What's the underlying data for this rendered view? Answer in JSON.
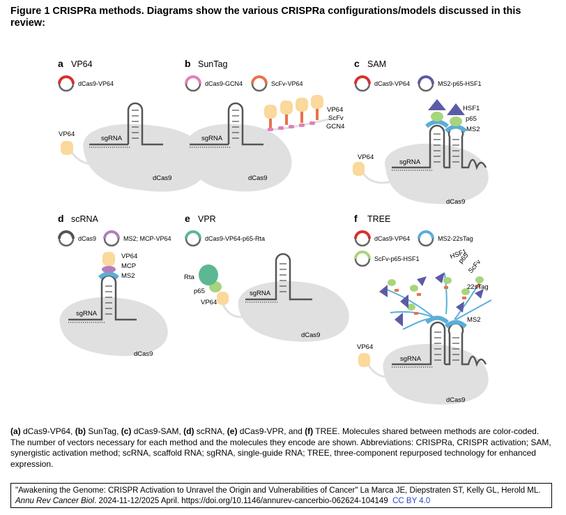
{
  "figure": {
    "title": "Figure 1  CRISPRa methods. Diagrams show the various CRISPRa configurations/models discussed in this review:"
  },
  "colors": {
    "protein": "#e0e0e0",
    "rna": "#555555",
    "vp64": "#fbd89b",
    "hsf1": "#5b5ba6",
    "p65": "#a8d47c",
    "ms2": "#5aaed8",
    "gcn4": "#e47fb8",
    "scfv": "#e8724a",
    "rta": "#5bb893",
    "red": "#d9302b",
    "mcp": "#b07fbd"
  },
  "panels": {
    "a": {
      "letter": "a",
      "title": "VP64",
      "legend": [
        "dCas9-VP64"
      ],
      "labels": {
        "vp64": "VP64",
        "sgrna": "sgRNA",
        "dcas9": "dCas9"
      }
    },
    "b": {
      "letter": "b",
      "title": "SunTag",
      "legend": [
        "dCas9-GCN4",
        "ScFv-VP64"
      ],
      "labels": {
        "vp64": "VP64",
        "scfv": "ScFv",
        "gcn4": "GCN4",
        "sgrna": "sgRNA",
        "dcas9": "dCas9"
      }
    },
    "c": {
      "letter": "c",
      "title": "SAM",
      "legend": [
        "dCas9-VP64",
        "MS2-p65-HSF1"
      ],
      "labels": {
        "hsf1": "HSF1",
        "p65": "p65",
        "ms2": "MS2",
        "vp64": "VP64",
        "sgrna": "sgRNA",
        "dcas9": "dCas9"
      }
    },
    "d": {
      "letter": "d",
      "title": "scRNA",
      "legend": [
        "dCas9",
        "MS2; MCP-VP64"
      ],
      "labels": {
        "vp64": "VP64",
        "mcp": "MCP",
        "ms2": "MS2",
        "sgrna": "sgRNA",
        "dcas9": "dCas9"
      }
    },
    "e": {
      "letter": "e",
      "title": "VPR",
      "legend": [
        "dCas9-VP64-p65-Rta"
      ],
      "labels": {
        "rta": "Rta",
        "p65": "p65",
        "vp64": "VP64",
        "sgrna": "sgRNA",
        "dcas9": "dCas9"
      }
    },
    "f": {
      "letter": "f",
      "title": "TREE",
      "legend": [
        "dCas9-VP64",
        "MS2-22sTag",
        "ScFv-p65-HSF1"
      ],
      "labels": {
        "hsf1": "HSF1",
        "p65": "p65",
        "scfv": "ScFv",
        "tag": "22sTag",
        "ms2": "MS2",
        "vp64": "VP64",
        "sgrna": "sgRNA",
        "dcas9": "dCas9"
      }
    }
  },
  "caption": {
    "a_tag": "(a)",
    "a_text": " dCas9-VP64, ",
    "b_tag": "(b)",
    "b_text": " SunTag, ",
    "c_tag": "(c)",
    "c_text": " dCas9-SAM, ",
    "d_tag": "(d)",
    "d_text": " scRNA, ",
    "e_tag": "(e)",
    "e_text": " dCas9-VPR, and ",
    "f_tag": "(f)",
    "f_text": " TREE. Molecules shared between methods are color-coded. The number of vectors necessary for each method and the molecules they encode are shown. Abbreviations: CRISPRa, CRISPR activation; SAM, synergistic activation method; scRNA, scaffold RNA; sgRNA, single-guide RNA; TREE, three-component repurposed technology for enhanced expression."
  },
  "citation": {
    "text_before": "\"Awakening the Genome: CRISPR Activation to Unravel the Origin and Vulnerabilities of Cancer\" La Marca JE, Diepstraten ST, Kelly GL, Herold ML. ",
    "journal": "Annu Rev Cancer Biol",
    "text_after": ". 2024-11-12/2025 April. ",
    "doi": "https://doi.org/10.1146/annurev-cancerbio-062624-104149",
    "license": "CC BY 4.0"
  }
}
